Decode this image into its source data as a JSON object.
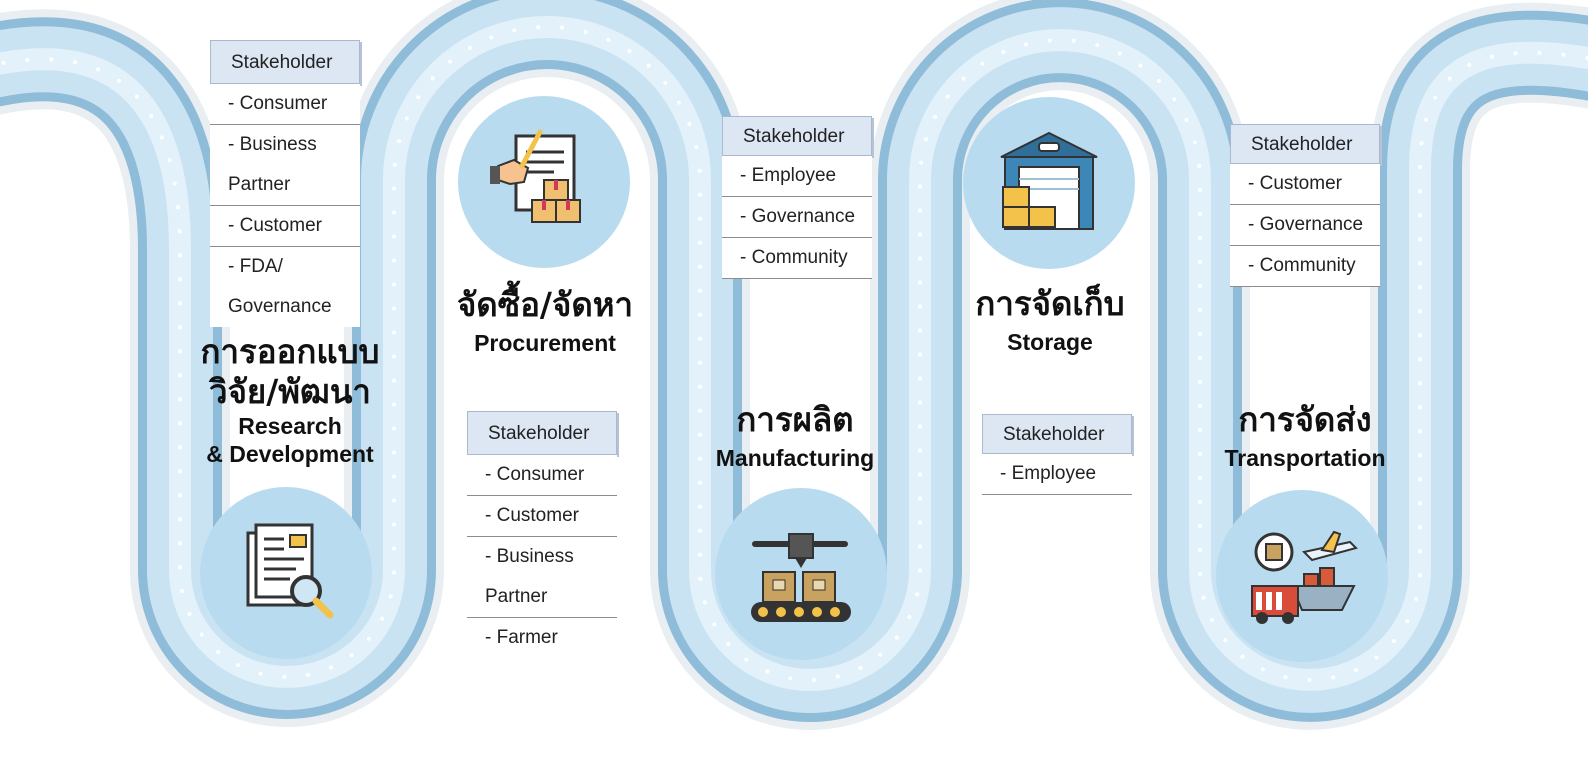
{
  "colors": {
    "road_outer": "#8fbcd8",
    "road_band": "#c9e3f3",
    "road_center": "#e2f1fa",
    "road_dots": "#ffffff",
    "icon_circle": "#b8dbf0",
    "stakeholder_header": "#dde6f3"
  },
  "stages": [
    {
      "id": "research",
      "title_th_1": "การออกแบบ",
      "title_th_2": "วิจัย/พัฒนา",
      "title_en_1": "Research",
      "title_en_2": "& Development",
      "icon": "document-search-icon",
      "stakeholders": {
        "header": "Stakeholder",
        "items": [
          "-  Consumer",
          "- Business Partner",
          "- Customer",
          "-  FDA/ Governance"
        ]
      }
    },
    {
      "id": "procurement",
      "title_th": "จัดซื้อ/จัดหา",
      "title_en": "Procurement",
      "icon": "procurement-clipboard-icon",
      "stakeholders": {
        "header": "Stakeholder",
        "items": [
          "- Consumer",
          "- Customer",
          "- Business Partner",
          "- Farmer"
        ]
      }
    },
    {
      "id": "manufacturing",
      "title_th": "การผลิต",
      "title_en": "Manufacturing",
      "icon": "conveyor-machine-icon",
      "stakeholders": {
        "header": "Stakeholder",
        "items": [
          "- Employee",
          "- Governance",
          "- Community"
        ]
      }
    },
    {
      "id": "storage",
      "title_th": "การจัดเก็บ",
      "title_en": "Storage",
      "icon": "warehouse-icon",
      "stakeholders": {
        "header": "Stakeholder",
        "items": [
          "- Employee"
        ]
      }
    },
    {
      "id": "transportation",
      "title_th": "การจัดส่ง",
      "title_en": "Transportation",
      "icon": "logistics-icon",
      "stakeholders": {
        "header": "Stakeholder",
        "items": [
          "- Customer",
          "- Governance",
          "- Community"
        ]
      }
    }
  ]
}
